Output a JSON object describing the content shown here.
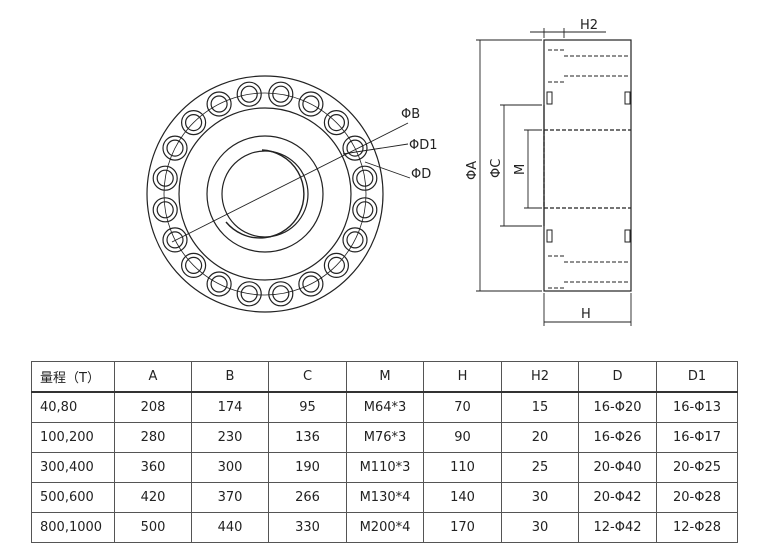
{
  "front_view": {
    "label_b": "ΦB",
    "label_d1": "ΦD1",
    "label_d": "ΦD"
  },
  "side_view": {
    "label_h2": "H2",
    "label_a": "ΦA",
    "label_c": "ΦC",
    "label_m": "M",
    "label_h": "H"
  },
  "table": {
    "headers": [
      "量程（T）",
      "A",
      "B",
      "C",
      "M",
      "H",
      "H2",
      "D",
      "D1"
    ],
    "rows": [
      [
        "40,80",
        "208",
        "174",
        "95",
        "M64*3",
        "70",
        "15",
        "16-Φ20",
        "16-Φ13"
      ],
      [
        "100,200",
        "280",
        "230",
        "136",
        "M76*3",
        "90",
        "20",
        "16-Φ26",
        "16-Φ17"
      ],
      [
        "300,400",
        "360",
        "300",
        "190",
        "M110*3",
        "110",
        "25",
        "20-Φ40",
        "20-Φ25"
      ],
      [
        "500,600",
        "420",
        "370",
        "266",
        "M130*4",
        "140",
        "30",
        "20-Φ42",
        "20-Φ28"
      ],
      [
        "800,1000",
        "500",
        "440",
        "330",
        "M200*4",
        "170",
        "30",
        "12-Φ42",
        "12-Φ28"
      ]
    ]
  }
}
